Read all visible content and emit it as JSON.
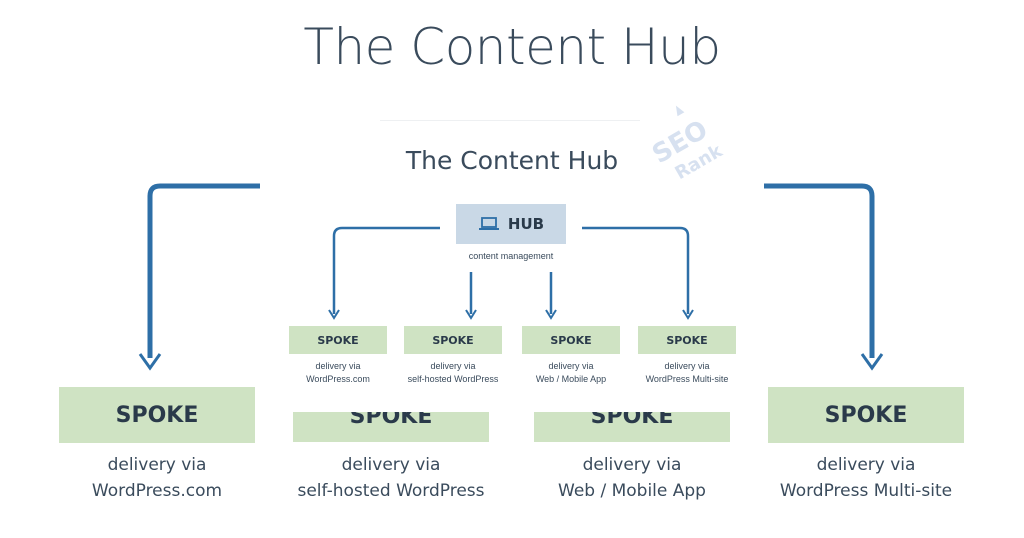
{
  "title": "The Content Hub",
  "subtitle": "The Content Hub",
  "hub": {
    "label": "HUB",
    "sublabel": "content management",
    "icon": "laptop-icon"
  },
  "small_spokes": [
    {
      "label": "SPOKE",
      "line1": "delivery via",
      "line2": "WordPress.com"
    },
    {
      "label": "SPOKE",
      "line1": "delivery via",
      "line2": "self-hosted WordPress"
    },
    {
      "label": "SPOKE",
      "line1": "delivery via",
      "line2": "Web / Mobile App"
    },
    {
      "label": "SPOKE",
      "line1": "delivery via",
      "line2": "WordPress Multi-site"
    }
  ],
  "large_spokes": [
    {
      "label": "SPOKE",
      "line1": "delivery via",
      "line2": "WordPress.com"
    },
    {
      "label": "SPOKE",
      "line1": "delivery via",
      "line2": "self-hosted WordPress"
    },
    {
      "label": "SPOKE",
      "line1": "delivery via",
      "line2": "Web / Mobile App"
    },
    {
      "label": "SPOKE",
      "line1": "delivery via",
      "line2": "WordPress Multi-site"
    }
  ],
  "watermark": {
    "line1": "SEO",
    "line2": "Rank"
  },
  "colors": {
    "arrow": "#2e6fa7",
    "spoke_fill": "#cfe3c3",
    "hub_fill": "#c9d8e6",
    "text": "#3a4b5c"
  }
}
